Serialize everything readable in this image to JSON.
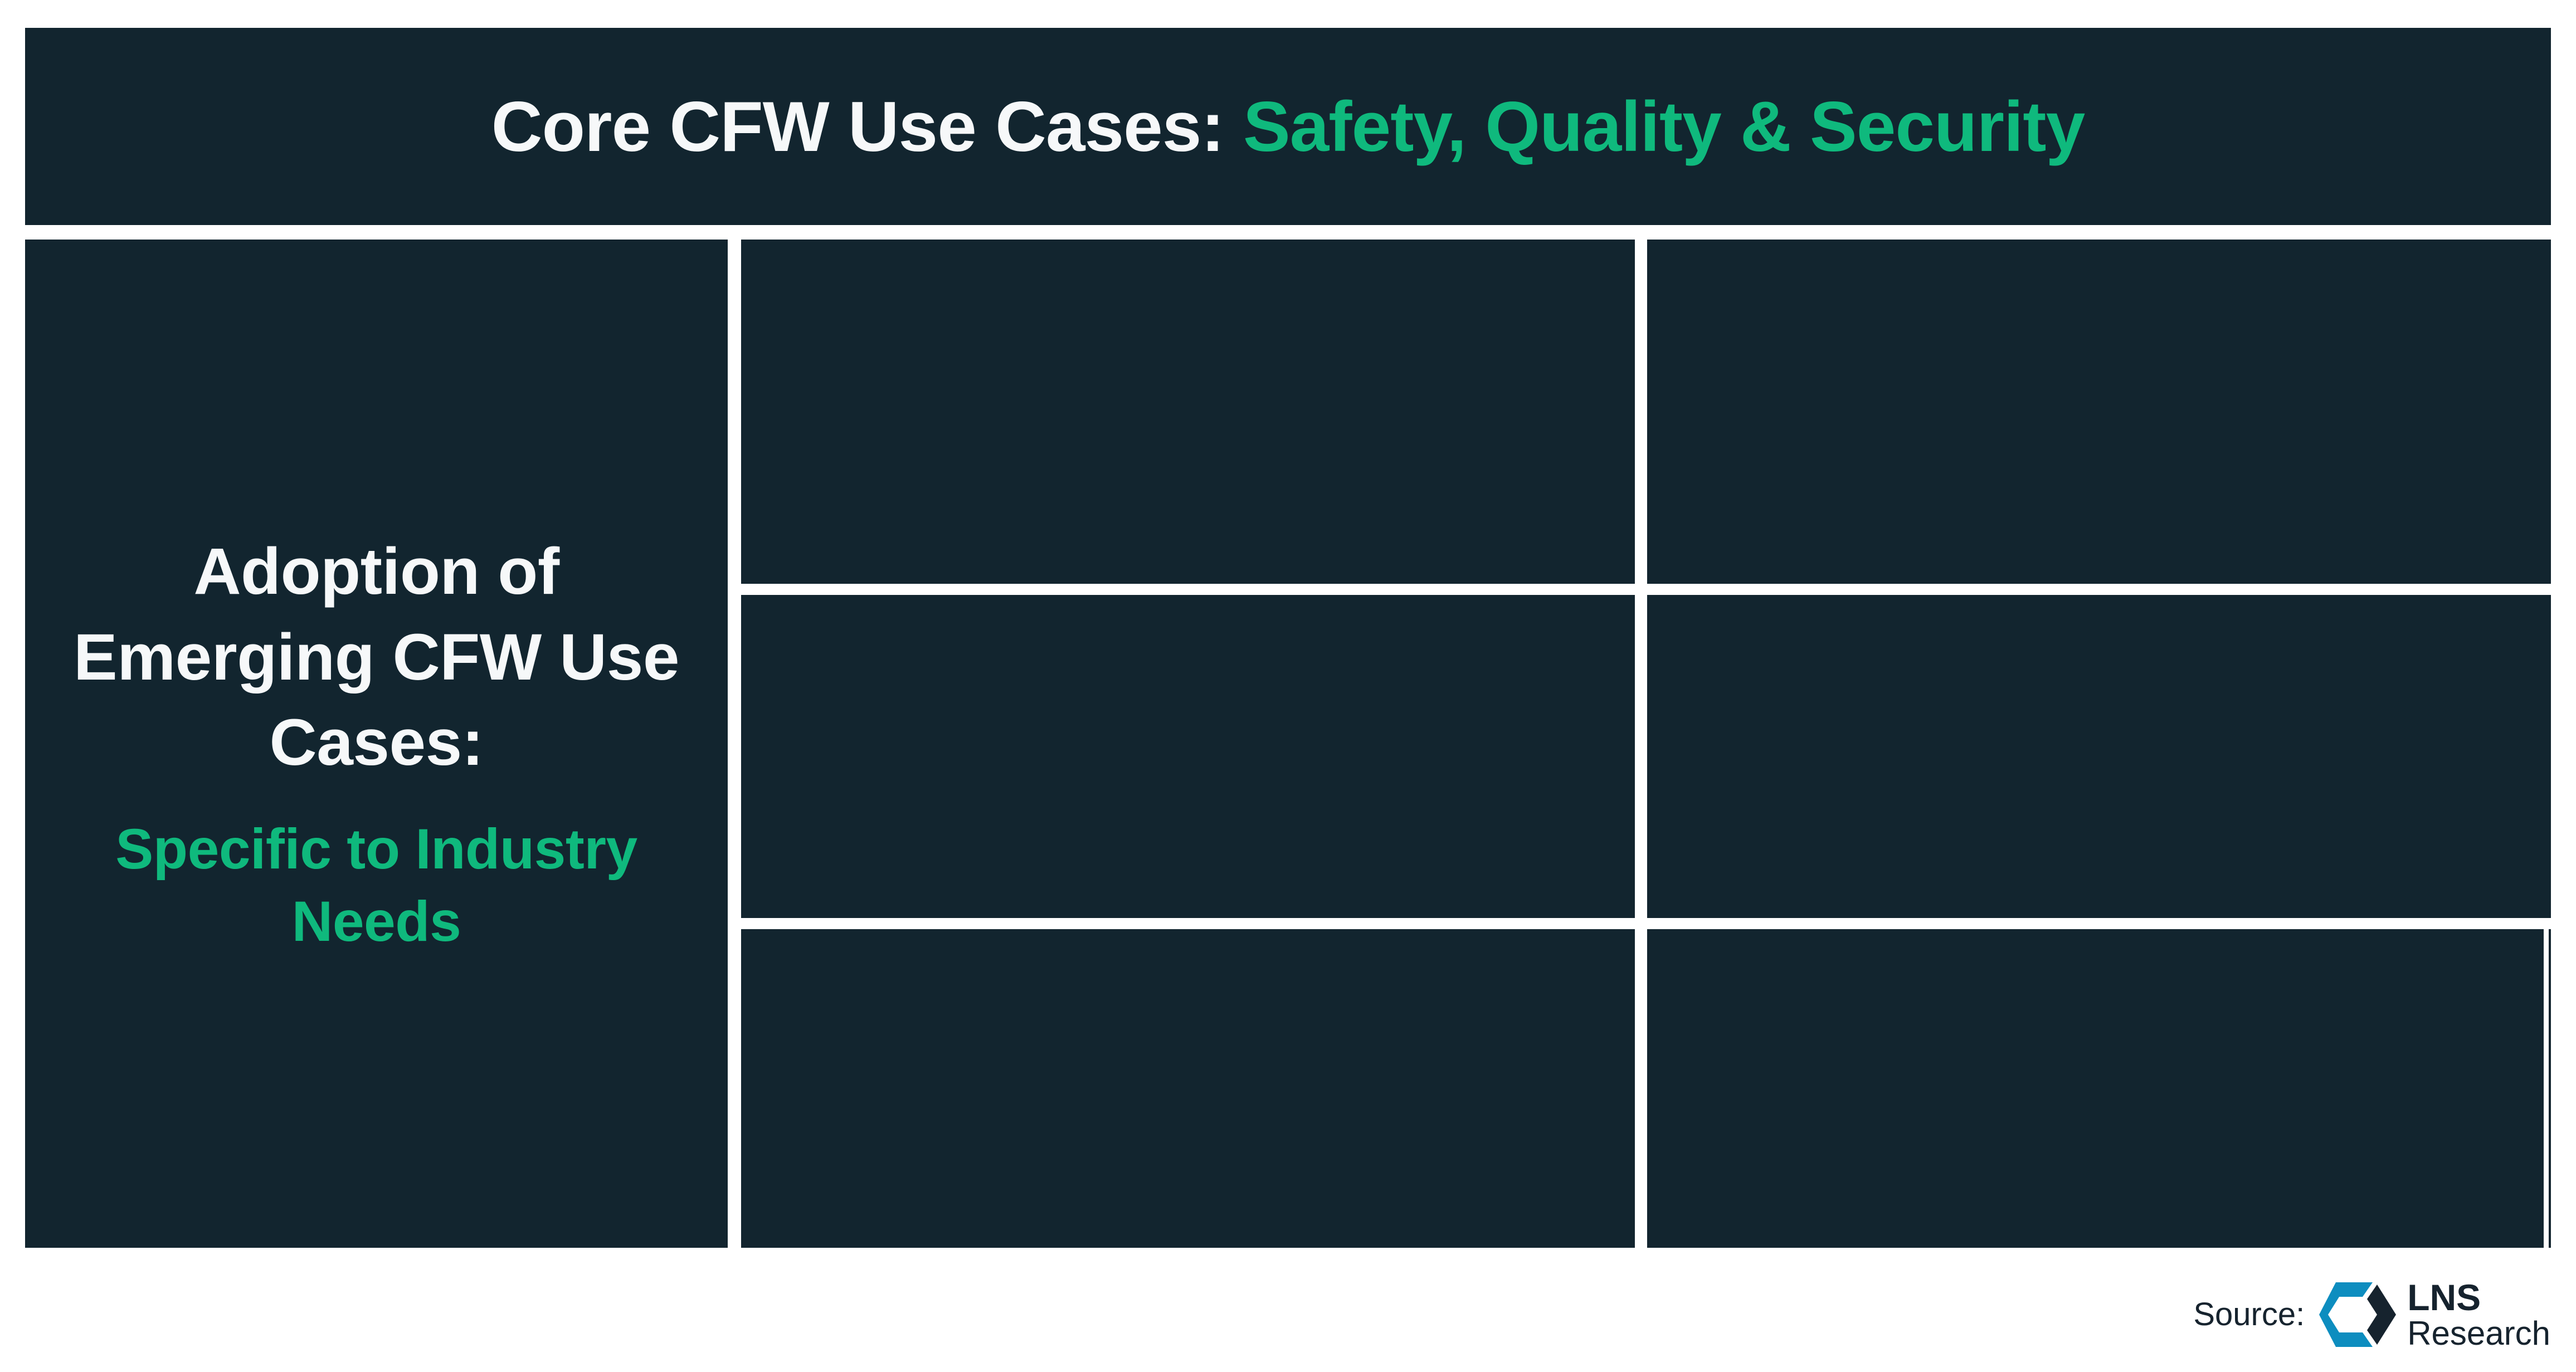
{
  "colors": {
    "panel_background": "#12252F",
    "divider": "#FFFFFF",
    "text_light": "#F6F8F9",
    "accent_teal": "#0FB97D",
    "logo_blue": "#0D8DBF",
    "logo_dark": "#16232E",
    "page_background": "#FFFFFF"
  },
  "header": {
    "title_primary": "Core CFW Use Cases:",
    "title_accent": "Safety, Quality & Security"
  },
  "sidebar": {
    "heading": "Adoption of Emerging CFW Use Cases:",
    "subheading": "Specific to Industry Needs"
  },
  "grid": {
    "rows": [
      {
        "cells": [
          {
            "text": ""
          },
          {
            "text": ""
          }
        ]
      },
      {
        "cells": [
          {
            "text": ""
          },
          {
            "text": ""
          }
        ]
      },
      {
        "cells": [
          {
            "text": ""
          },
          {
            "text": ""
          },
          {
            "text": ""
          }
        ]
      }
    ]
  },
  "footer": {
    "source_label": "Source:",
    "logo_name": "LNS",
    "logo_sub": "Research",
    "logo_mark_icon": "lns-hexagon-chevron-icon"
  }
}
